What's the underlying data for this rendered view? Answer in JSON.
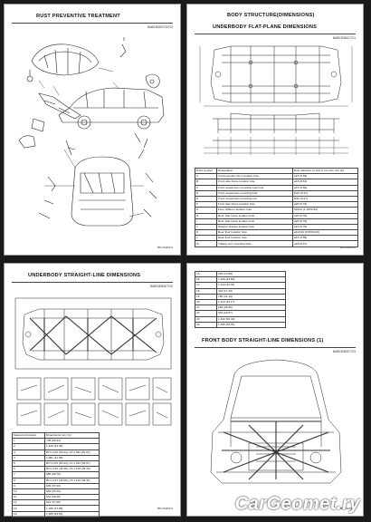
{
  "pages": {
    "tl": {
      "title": "RUST PREVENTIVE TREATMENT",
      "ref": "BAB03E800720722",
      "footer": "BBC03E80001"
    },
    "tr": {
      "header": "BODY STRUCTURE(DIMENSIONS)",
      "title": "UNDERBODY FLAT-PLANE DIMENSIONS",
      "ref": "BAB03E800CT01",
      "footer": "BBC03E80002"
    },
    "bl": {
      "title": "UNDERBODY STRAIGHT-LINE DIMENSIONS",
      "ref": "BAB03E800CT02",
      "footer": "BBC03E80003"
    },
    "br": {
      "title": "FRONT BODY STRAIGHT-LINE DIMENSIONS (1)",
      "ref": "BAB03E800CT03",
      "footer": "BBC03E80004"
    }
  },
  "table_tr": {
    "headers": [
      "Point symbol",
      "Designation",
      "Hole diameter or bolt or nut size mm (in)"
    ],
    "rows": [
      [
        "A",
        "Crossmember No.1 location hole",
        "ø15 (0.59)"
      ],
      [
        "B",
        "Front side frame location hole",
        "ø16 (0.63)"
      ],
      [
        "C",
        "Front suspension mounting rear hole",
        "ø15 (0.59)"
      ],
      [
        "D",
        "Front suspension mounting bolt",
        "M12 (0.47)"
      ],
      [
        "E",
        "Front suspension mounting nut",
        "M12 (0.47)"
      ],
      [
        "F",
        "Front side frame location hole",
        "ø20 (0.79)"
      ],
      [
        "G",
        "Floor stiffener location hole",
        "30X24 (1.18X0.94)"
      ],
      [
        "H",
        "Rear side frame location hole",
        "ø20 (0.79)"
      ],
      [
        "I",
        "Rear side frame location hole",
        "ø20 (0.79)"
      ],
      [
        "J",
        "Stopper bracket location hole",
        "ø19 (0.75)"
      ],
      [
        "K",
        "Rear floor location hole",
        "ø14X16 (0.55X0.63)"
      ],
      [
        "L",
        "Rear floor location hole",
        "ø14 (0.55)"
      ],
      [
        "M",
        "Trailing arm mounting hole",
        "ø18 (0.47)"
      ]
    ]
  },
  "table_bl": {
    "headers": [
      "Measured location",
      "Dimensions mm (in)"
    ],
    "rows": [
      [
        "1",
        "735 (28.94)"
      ],
      [
        "2",
        "1,130 (44.48)"
      ],
      [
        "3",
        "RH:1,370 (53.94), LH:1,361 (53.57)"
      ],
      [
        "4",
        "1,051 (41.38)"
      ],
      [
        "5",
        "RH:1,370 (53.94), LH:1,361 (53.57)"
      ],
      [
        "6",
        "RH:1,102 (43.39), LH:1,154 (45.43)"
      ],
      [
        "7",
        "985 (38.78)"
      ],
      [
        "8",
        "RH:1,107 (43.59), LH:1,151 (45.31)"
      ],
      [
        "9",
        "945 (37.20)"
      ],
      [
        "10",
        "640 (25.20)"
      ],
      [
        "11",
        "642 (25.28)"
      ],
      [
        "12",
        "941 (37.05)"
      ],
      [
        "13",
        "1,195 (47.05)"
      ],
      [
        "14",
        "1,385 (54.53)"
      ]
    ]
  },
  "table_br": {
    "rows": [
      [
        "15",
        "345 (13.58)"
      ],
      [
        "16",
        "1,105 (43.50)"
      ],
      [
        "17",
        "1,110 (43.70)"
      ],
      [
        "18",
        "442 (17.40)"
      ],
      [
        "19",
        "790 (31.10)"
      ],
      [
        "20",
        "1,122 (44.17)"
      ],
      [
        "21",
        "683 (26.89)"
      ],
      [
        "22",
        "530 (20.87)"
      ],
      [
        "23",
        "1,332 (52.44)"
      ],
      [
        "24",
        "1,355 (53.35)"
      ]
    ]
  },
  "brand": "CarGeomet.ry"
}
